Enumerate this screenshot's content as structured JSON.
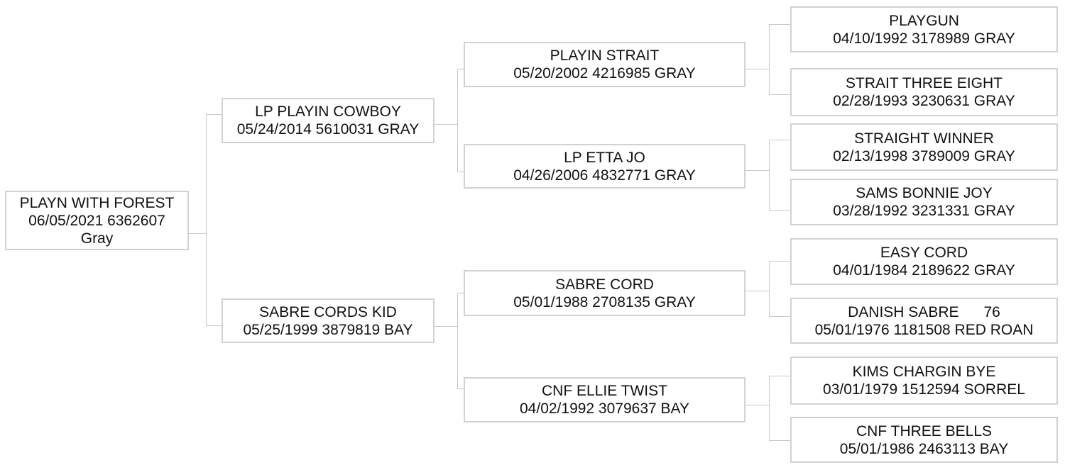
{
  "pedigree": {
    "subject": {
      "name": "PLAYN WITH FOREST",
      "details": "06/05/2021 6362607",
      "color": "Gray"
    },
    "sire": {
      "name": "LP PLAYIN COWBOY",
      "details": "05/24/2014 5610031 GRAY"
    },
    "dam": {
      "name": "SABRE CORDS KID",
      "details": "05/25/1999 3879819 BAY"
    },
    "sire_sire": {
      "name": "PLAYIN STRAIT",
      "details": "05/20/2002 4216985 GRAY"
    },
    "sire_dam": {
      "name": "LP ETTA JO",
      "details": "04/26/2006 4832771 GRAY"
    },
    "dam_sire": {
      "name": "SABRE CORD",
      "details": "05/01/1988 2708135 GRAY"
    },
    "dam_dam": {
      "name": "CNF ELLIE TWIST",
      "details": "04/02/1992 3079637 BAY"
    },
    "ss_sire": {
      "name": "PLAYGUN",
      "details": "04/10/1992 3178989 GRAY"
    },
    "ss_dam": {
      "name": "STRAIT THREE EIGHT",
      "details": "02/28/1993 3230631 GRAY"
    },
    "sd_sire": {
      "name": "STRAIGHT WINNER",
      "details": "02/13/1998 3789009 GRAY"
    },
    "sd_dam": {
      "name": "SAMS BONNIE JOY",
      "details": "03/28/1992 3231331 GRAY"
    },
    "ds_sire": {
      "name": "EASY CORD",
      "details": "04/01/1984 2189622 GRAY"
    },
    "ds_dam": {
      "name": "DANISH SABRE      76",
      "details": "05/01/1976 1181508 RED ROAN"
    },
    "dd_sire": {
      "name": "KIMS CHARGIN BYE",
      "details": "03/01/1979 1512594 SORREL"
    },
    "dd_dam": {
      "name": "CNF THREE BELLS",
      "details": "05/01/1986 2463113 BAY"
    }
  }
}
